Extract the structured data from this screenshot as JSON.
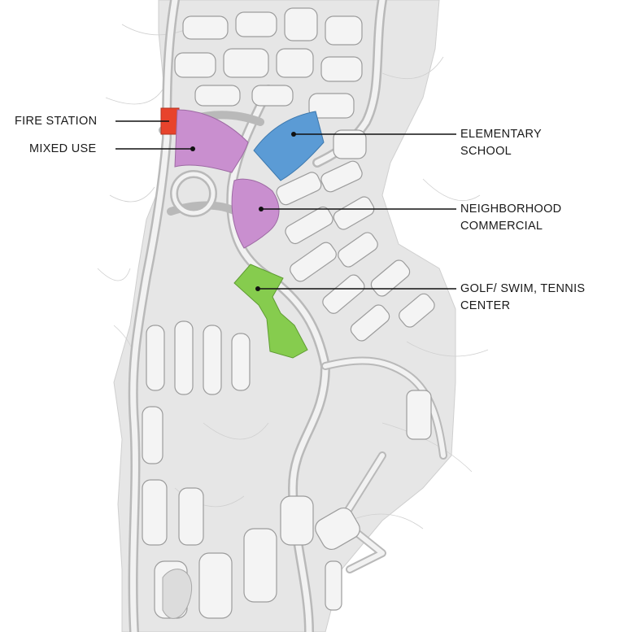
{
  "labels": {
    "fire_station": "FIRE STATION",
    "mixed_use": "MIXED USE",
    "elementary_school": [
      "ELEMENTARY",
      "SCHOOL"
    ],
    "neighborhood_commercial": [
      "NEIGHBORHOOD",
      "COMMERCIAL"
    ],
    "golf_center": [
      "GOLF/ SWIM, TENNIS",
      "CENTER"
    ]
  },
  "colors": {
    "fire_station": "#e8432c",
    "mixed_use": "#c98fcf",
    "elementary_school": "#5b9bd5",
    "neighborhood_commercial": "#c98fcf",
    "golf_center": "#86cc4e",
    "site_base": "#e4e4e4",
    "roads": "#b9b9b9"
  }
}
